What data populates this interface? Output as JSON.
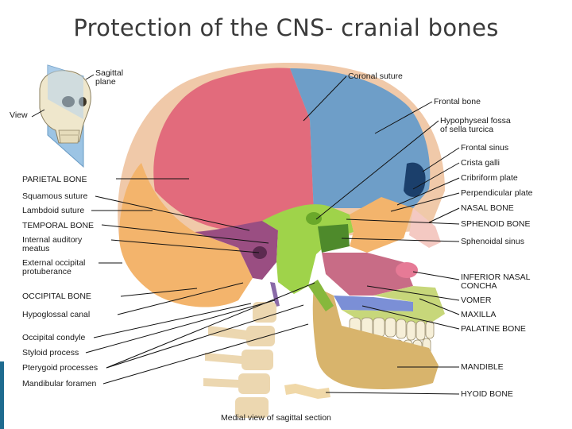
{
  "title": "Protection of the CNS- cranial bones",
  "caption": "Medial view of sagittal section",
  "inset": {
    "view_label": "View",
    "plane_label_1": "Sagittal",
    "plane_label_2": "plane"
  },
  "labels": {
    "coronal_suture": "Coronal suture",
    "frontal_bone": "Frontal bone",
    "hypophyseal_1": "Hypophyseal fossa",
    "hypophyseal_2": "of sella turcica",
    "frontal_sinus": "Frontal sinus",
    "crista_galli": "Crista galli",
    "cribriform_plate": "Cribriform plate",
    "perpendicular_plate": "Perpendicular plate",
    "nasal_bone": "NASAL BONE",
    "sphenoid_bone": "SPHENOID BONE",
    "sphenoidal_sinus": "Sphenoidal sinus",
    "inferior_nasal_1": "INFERIOR NASAL",
    "inferior_nasal_2": "CONCHA",
    "vomer": "VOMER",
    "maxilla": "MAXILLA",
    "palatine_bone": "PALATINE BONE",
    "mandible": "MANDIBLE",
    "hyoid_bone": "HYOID BONE",
    "parietal_bone": "PARIETAL BONE",
    "squamous_suture": "Squamous suture",
    "lambdoid_suture": "Lambdoid suture",
    "temporal_bone": "TEMPORAL BONE",
    "internal_auditory_1": "Internal auditory",
    "internal_auditory_2": "meatus",
    "external_occipital_1": "External occipital",
    "external_occipital_2": "protuberance",
    "occipital_bone": "OCCIPITAL BONE",
    "hypoglossal_canal": "Hypoglossal canal",
    "occipital_condyle": "Occipital condyle",
    "styloid_process": "Styloid process",
    "pterygoid_processes": "Pterygoid processes",
    "mandibular_foramen": "Mandibular foramen"
  }
}
